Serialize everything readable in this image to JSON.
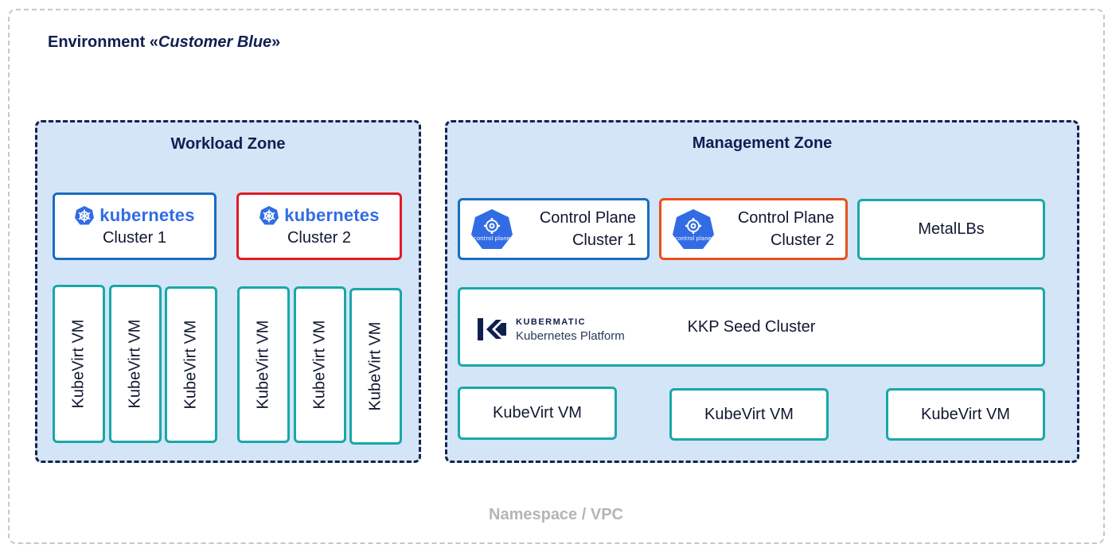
{
  "environment": {
    "title_prefix": "Environment «",
    "title_name": "Customer Blue",
    "title_suffix": "»",
    "namespace_label": "Namespace / VPC"
  },
  "workload_zone": {
    "title": "Workload Zone",
    "clusters": [
      {
        "brand": "kubernetes",
        "label": "Cluster 1"
      },
      {
        "brand": "kubernetes",
        "label": "Cluster 2"
      }
    ],
    "vms": [
      "KubeVirt VM",
      "KubeVirt VM",
      "KubeVirt VM",
      "KubeVirt VM",
      "KubeVirt VM",
      "KubeVirt VM"
    ]
  },
  "management_zone": {
    "title": "Management Zone",
    "control_planes": [
      {
        "line1": "Control Plane",
        "line2": "Cluster 1",
        "icon_text": "control plane"
      },
      {
        "line1": "Control Plane",
        "line2": "Cluster 2",
        "icon_text": "control plane"
      }
    ],
    "metallb": "MetalLBs",
    "seed": {
      "brand": "KUBERMATIC",
      "brand_sub": "Kubernetes Platform",
      "label": "KKP Seed Cluster"
    },
    "vms": [
      "KubeVirt VM",
      "KubeVirt VM",
      "KubeVirt VM"
    ]
  },
  "colors": {
    "zone_fill": "#d3e5f7",
    "zone_border": "#14224d",
    "teal": "#19a8a8",
    "blue": "#1a6dc0",
    "red": "#e01b24",
    "orange": "#e8501c",
    "k8s_blue": "#326ce5"
  }
}
